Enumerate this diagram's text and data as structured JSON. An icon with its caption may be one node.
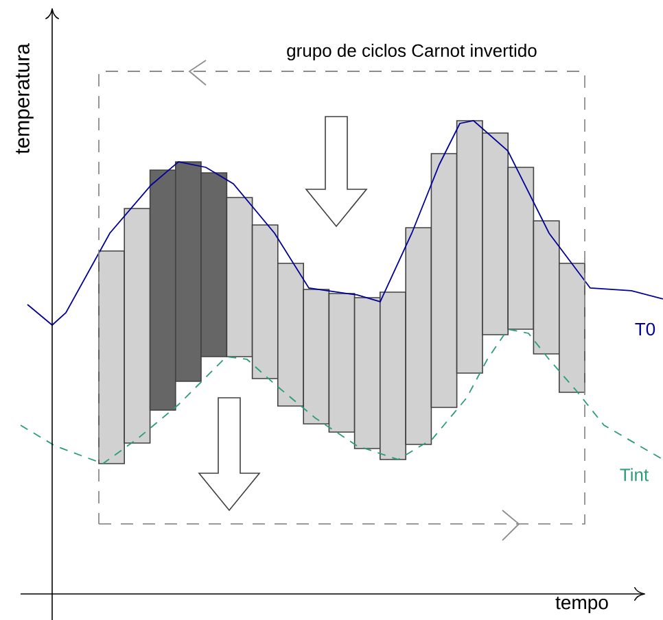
{
  "diagram": {
    "nodes": [
      {
        "text": [
          "grupo de ciclos Carnot invertido"
        ]
      }
    ],
    "labels": [
      "temperatura",
      "T0",
      "Tint",
      "tempo"
    ]
  }
}
